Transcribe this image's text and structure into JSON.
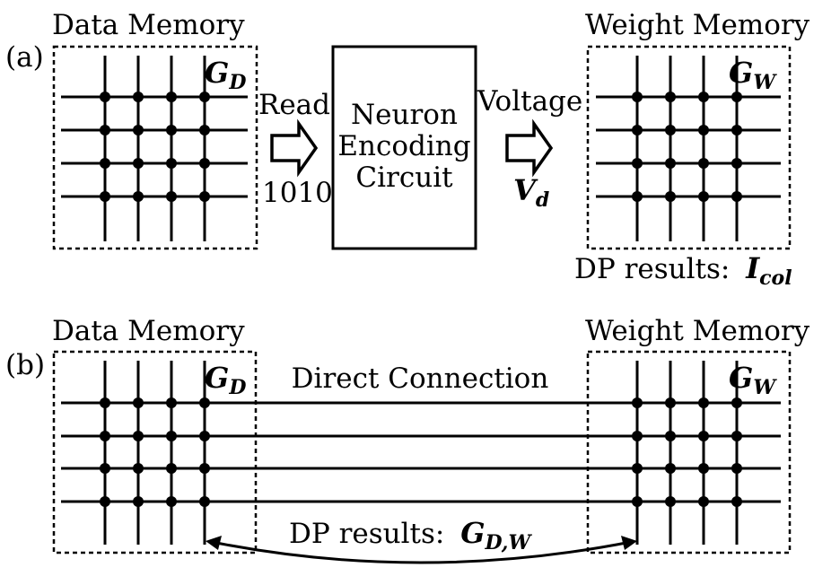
{
  "panel_a": {
    "label": "(a)",
    "data_memory_title": "Data Memory",
    "data_memory_symbol": "G",
    "data_memory_subscript": "D",
    "read_label": "Read",
    "read_value": "1010",
    "encoder_line1": "Neuron",
    "encoder_line2": "Encoding",
    "encoder_line3": "Circuit",
    "voltage_label": "Voltage",
    "voltage_symbol": "V",
    "voltage_subscript": "d",
    "weight_memory_title": "Weight Memory",
    "weight_memory_symbol": "G",
    "weight_memory_subscript": "W",
    "result_prefix": "DP results: ",
    "result_symbol": "I",
    "result_subscript": "col"
  },
  "panel_b": {
    "label": "(b)",
    "data_memory_title": "Data Memory",
    "data_memory_symbol": "G",
    "data_memory_subscript": "D",
    "connection_label": "Direct Connection",
    "weight_memory_title": "Weight Memory",
    "weight_memory_symbol": "G",
    "weight_memory_subscript": "W",
    "result_prefix": "DP results: ",
    "result_symbol": "G",
    "result_subscript": "D,W"
  }
}
